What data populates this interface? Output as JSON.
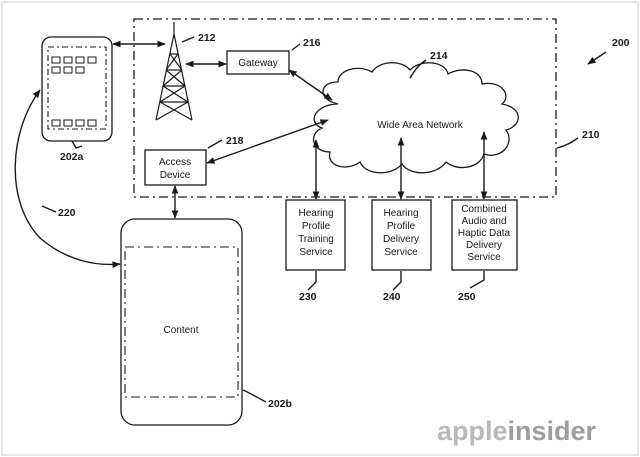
{
  "refs": {
    "r200": "200",
    "r210": "210",
    "r212": "212",
    "r214": "214",
    "r216": "216",
    "r218": "218",
    "r220": "220",
    "r230": "230",
    "r240": "240",
    "r250": "250",
    "r202a": "202a",
    "r202b": "202b"
  },
  "labels": {
    "gateway": "Gateway",
    "wan": "Wide Area Network",
    "access_device": [
      "Access",
      "Device"
    ],
    "hearing_training": [
      "Hearing",
      "Profile",
      "Training",
      "Service"
    ],
    "hearing_delivery": [
      "Hearing",
      "Profile",
      "Delivery",
      "Service"
    ],
    "combined_service": [
      "Combined",
      "Audio and",
      "Haptic Data",
      "Delivery",
      "Service"
    ],
    "content": "Content"
  },
  "watermark": {
    "part1": "apple",
    "part2": "insider"
  }
}
